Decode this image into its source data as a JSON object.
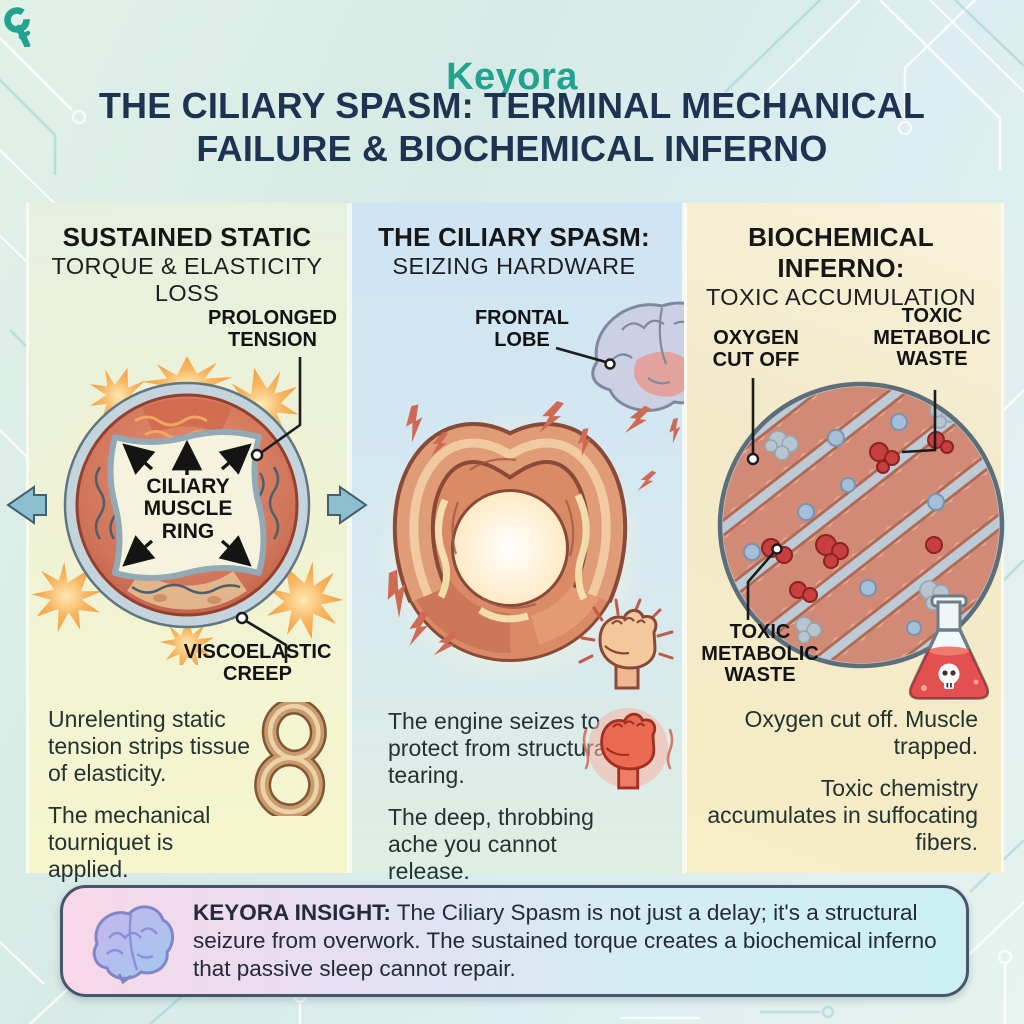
{
  "brand": {
    "name": "Keyora",
    "color": "#23a290",
    "icon": "key-icon"
  },
  "title": {
    "line1": "THE CILIARY SPASM: TERMINAL MECHANICAL",
    "line2": "FAILURE & BIOCHEMICAL INFERNO",
    "color": "#1e3252"
  },
  "columns": [
    {
      "id": "sustained-static-torque",
      "heading_bold": "SUSTAINED STATIC",
      "heading_rest": "TORQUE & ELASTICITY LOSS",
      "labels": {
        "top": "PROLONGED TENSION",
        "center": "CILIARY MUSCLE RING",
        "bottom": "VISCOELASTIC CREEP"
      },
      "body": [
        "Unrelenting static tension strips tissue of elasticity.",
        "The mechanical tourniquet is applied."
      ],
      "illustration": "ciliary-muscle-ring-with-outward-arrows-and-starbursts",
      "icon": "twisted-band-figure-eight"
    },
    {
      "id": "ciliary-spasm",
      "heading_bold": "THE CILIARY SPASM:",
      "heading_rest": "SEIZING HARDWARE",
      "labels": {
        "top": "FRONTAL LOBE"
      },
      "body": [
        "The engine seizes to protect from structural tearing.",
        "The deep, throbbing ache you cannot release."
      ],
      "illustration": "knotted-muscle-with-lightning-brain-and-fist",
      "icon": "red-clenched-fist"
    },
    {
      "id": "biochemical-inferno",
      "heading_bold": "BIOCHEMICAL INFERNO:",
      "heading_rest": "TOXIC ACCUMULATION",
      "labels": {
        "left": "OXYGEN CUT OFF",
        "right": "TOXIC METABOLIC WASTE",
        "bottom": "TOXIC METABOLIC WASTE"
      },
      "body": [
        "Oxygen cut off. Muscle trapped.",
        "Toxic chemistry accumulates in suffocating fibers."
      ],
      "illustration": "muscle-fiber-magnifier-with-molecules",
      "icon": "poison-flask-with-skull"
    }
  ],
  "insight": {
    "label": "KEYORA INSIGHT:",
    "text": " The Ciliary Spasm is not just a delay; it's a structural seizure from overwork. The sustained torque creates a biochemical inferno that passive sleep cannot repair.",
    "icon": "brain-icon"
  },
  "colors": {
    "brand_teal": "#23a290",
    "title_navy": "#1e3252",
    "label_black": "#131313",
    "muscle_red": "#d0755a",
    "rim_blue_gray": "#c3d4dc",
    "starburst_orange": "#f5a948",
    "lightning_red": "#cf6a55",
    "flask_liquid_red": "#e25050",
    "insight_border": "#46566b"
  }
}
